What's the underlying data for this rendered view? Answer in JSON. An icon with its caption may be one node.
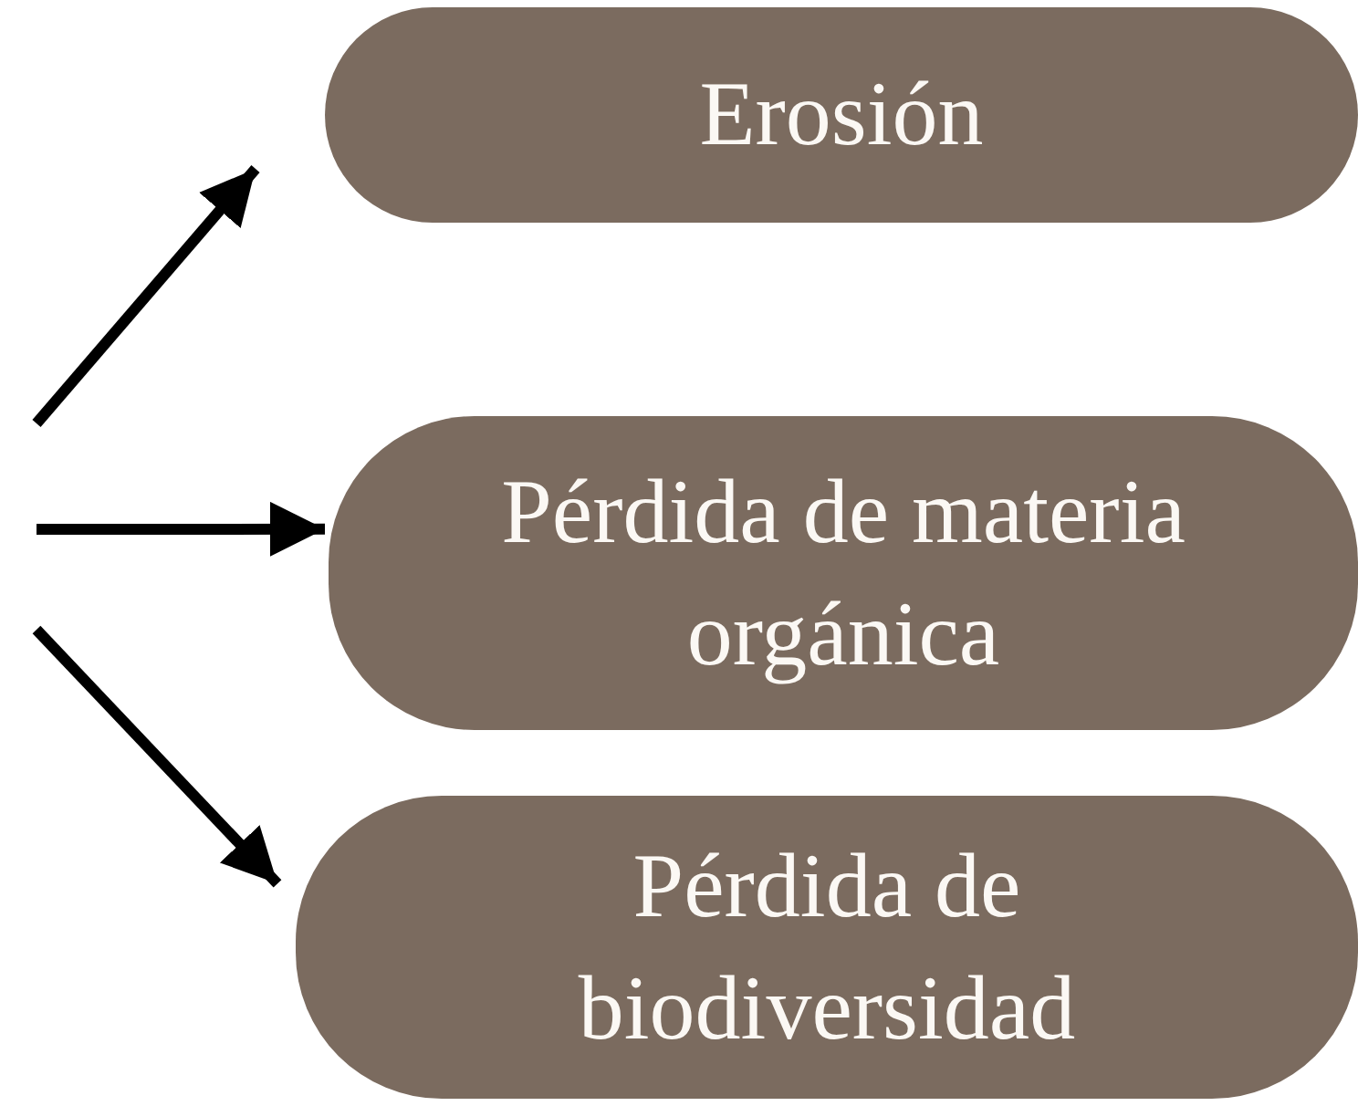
{
  "diagram": {
    "nodes": [
      {
        "text": [
          "Erosión"
        ]
      },
      {
        "text": [
          "Pérdida de materia orgánica"
        ]
      },
      {
        "text": [
          "Pérdida de biodiversidad"
        ]
      }
    ],
    "edges": [
      {
        "from": null,
        "to": 0,
        "arrow": "to"
      },
      {
        "from": null,
        "to": 1,
        "arrow": "to"
      },
      {
        "from": null,
        "to": 2,
        "arrow": "to"
      }
    ]
  }
}
